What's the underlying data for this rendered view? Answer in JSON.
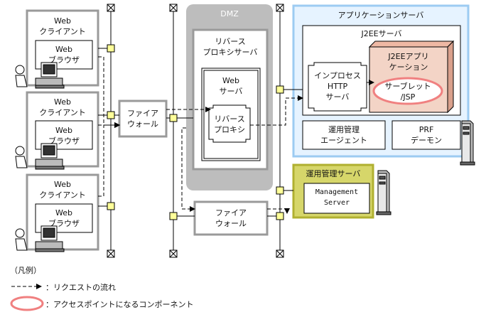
{
  "colors": {
    "dmz_fill": "#bdbdbd",
    "app_server_border": "#9ccbf2",
    "app_server_fill": "#e6f3ff",
    "ops_server_border": "#b0b030",
    "ops_server_fill": "#d6d66a",
    "j2ee_app_fill": "#f3d4c6",
    "access_point": "#f08080",
    "box_gray": "#9a9a9a",
    "node_fill": "#ffff99"
  },
  "icons": [
    "user-at-pc-icon",
    "firewall-box",
    "server-tower-icon",
    "network-terminator-icon"
  ],
  "clients": [
    {
      "title": "Web\nクライアント",
      "browser": "Web\nブラウザ"
    },
    {
      "title": "Web\nクライアント",
      "browser": "Web\nブラウザ"
    },
    {
      "title": "Web\nクライアント",
      "browser": "Web\nブラウザ"
    }
  ],
  "firewall_left": "ファイア\nウォール",
  "dmz": {
    "title": "DMZ",
    "reverse_proxy_server": "リバース\nプロキシサーバ",
    "web_server": "Web\nサーバ",
    "reverse_proxy": "リバース\nプロキシ"
  },
  "firewall_bottom": "ファイア\nウォール",
  "app_server": {
    "title": "アプリケーションサーバ",
    "j2ee_server": "J2EEサーバ",
    "inprocess_http": "インプロセス\nHTTP\nサーバ",
    "j2ee_app": "J2EEアプリ\nケーション",
    "servlet_jsp": "サーブレット\n/JSP",
    "ops_agent": "運用管理\nエージェント",
    "prf_daemon": "PRF\nデーモン"
  },
  "ops_server": {
    "title": "運用管理サーバ",
    "management_server": "Management\nServer"
  },
  "legend": {
    "heading": "（凡例）",
    "request_flow": "：リクエストの流れ",
    "access_point": "：アクセスポイントになるコンポーネント"
  }
}
